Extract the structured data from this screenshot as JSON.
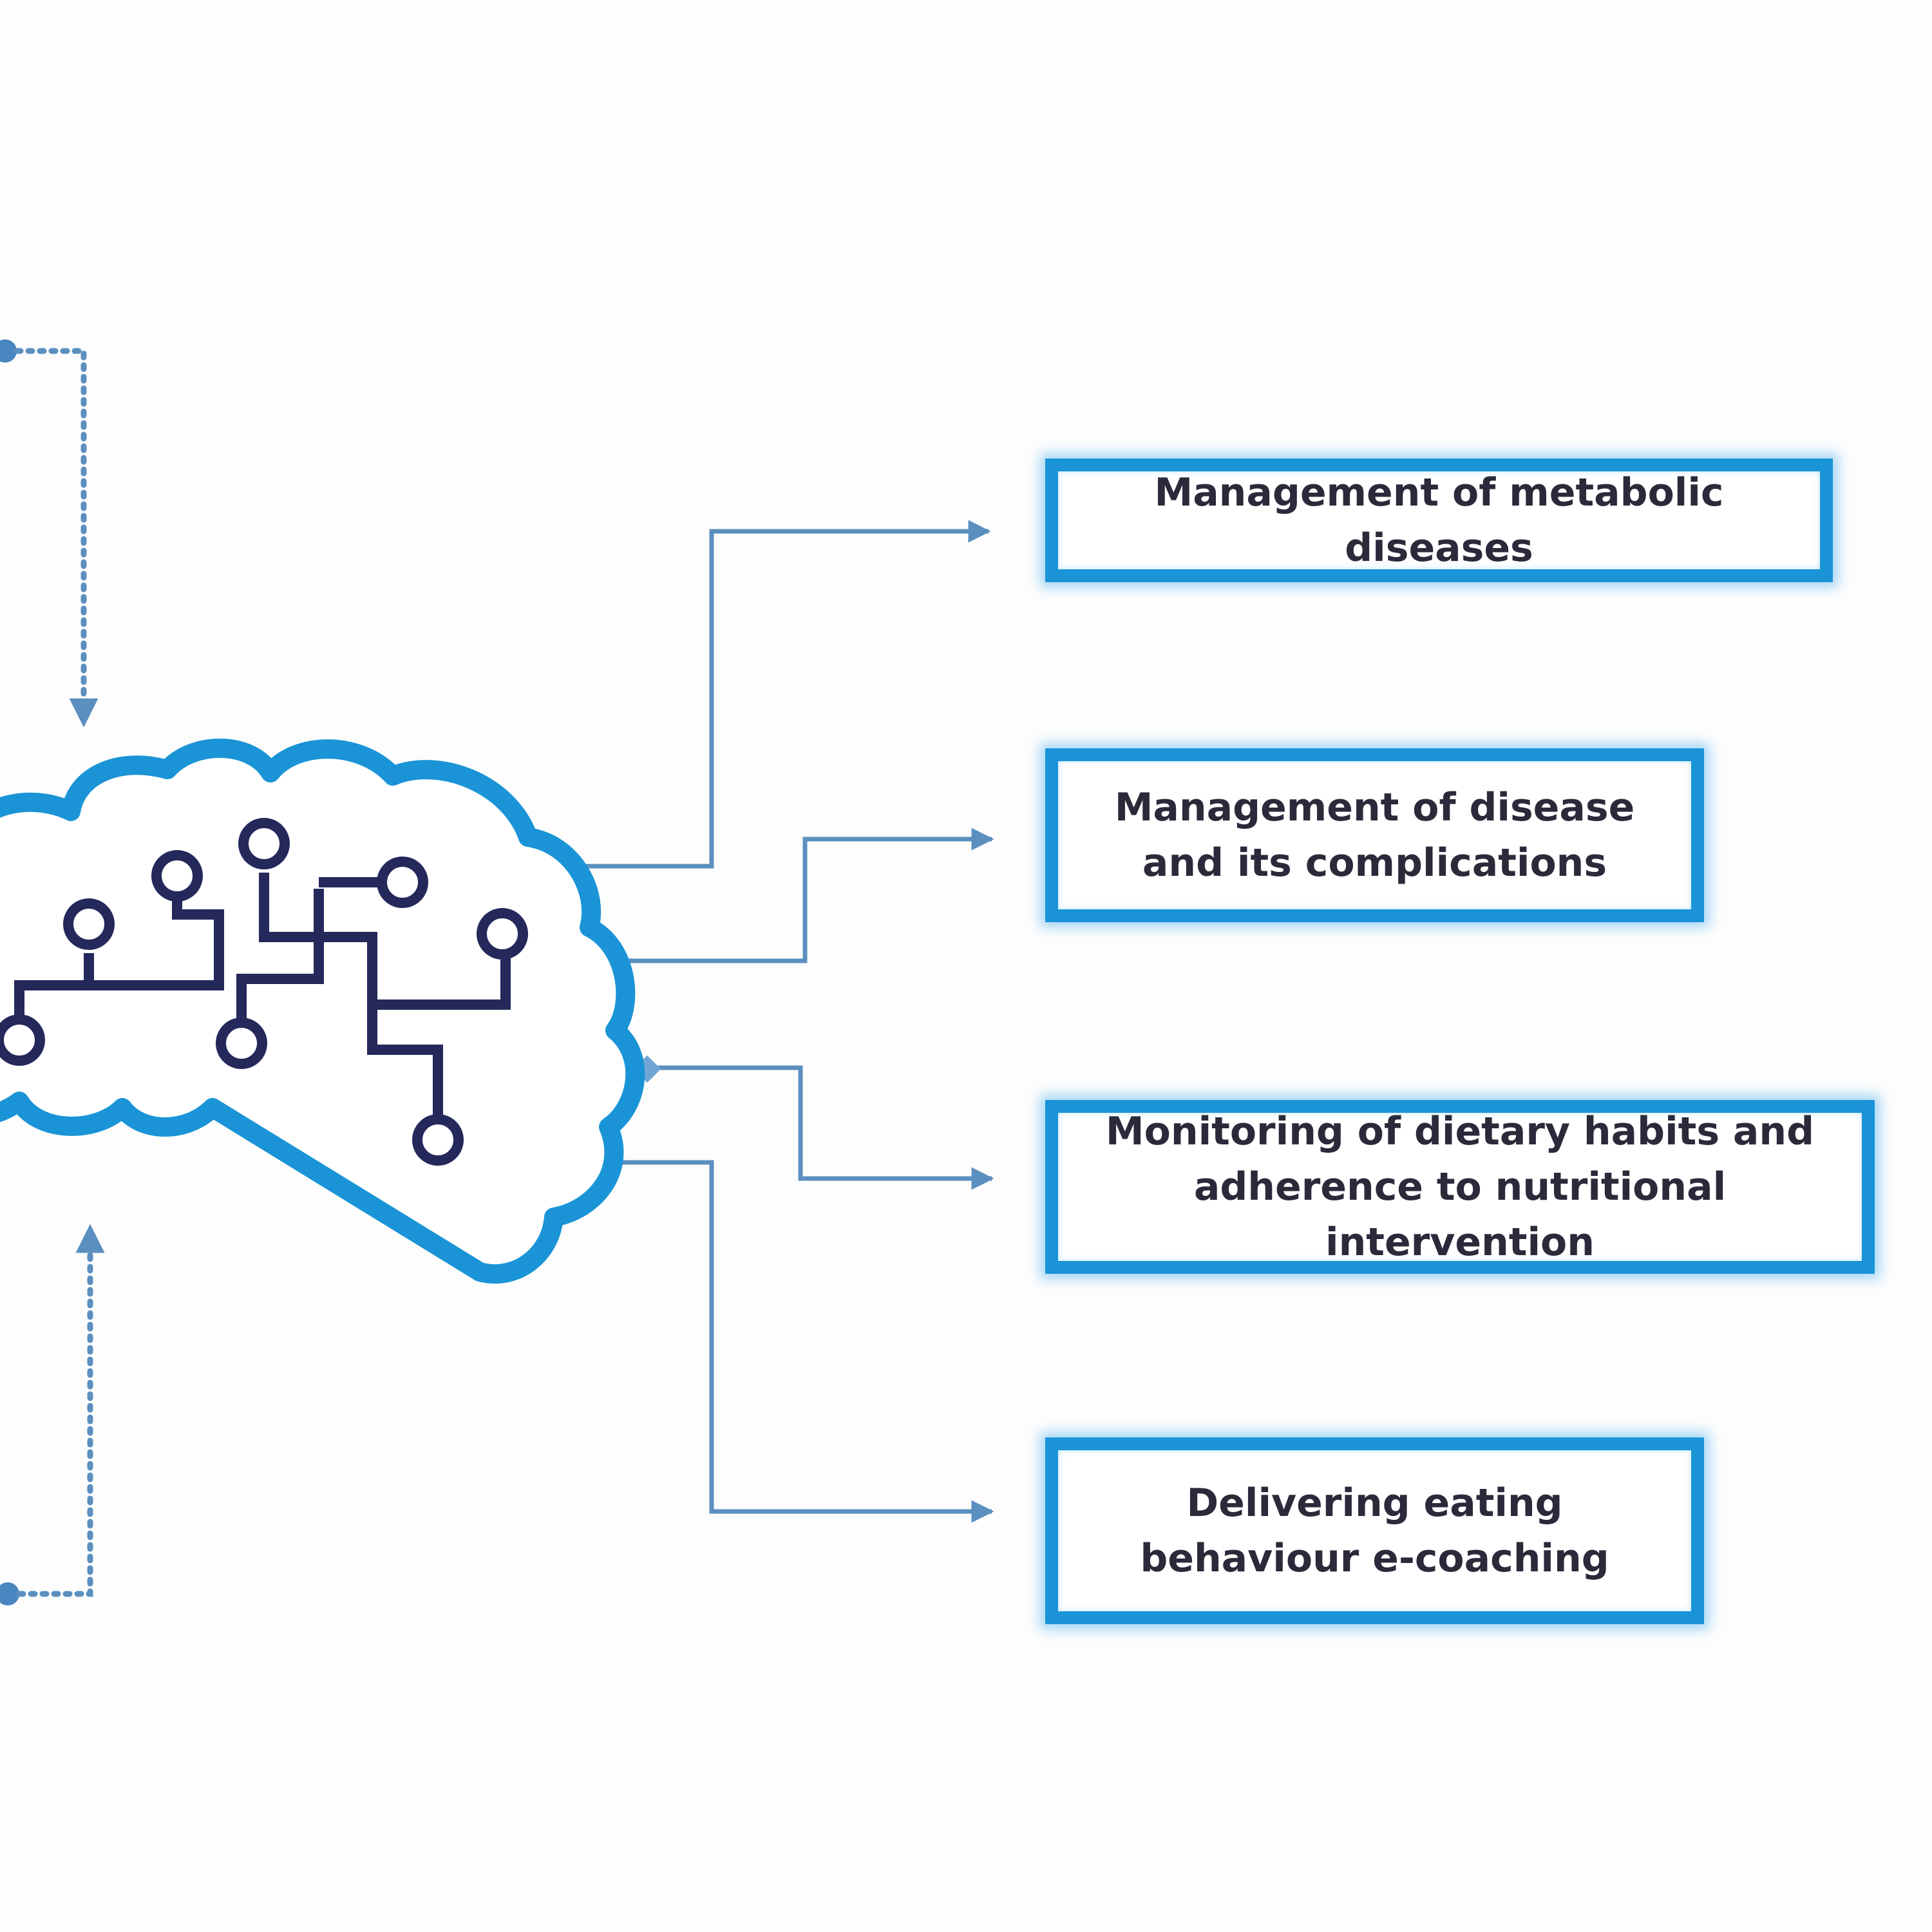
{
  "colors": {
    "cloud_outline": "#1a94d6",
    "circuit": "#24285b",
    "connector": "#5b8fbf",
    "box_border": "#1a94d6",
    "box_glow": "#5ab4f0",
    "text": "#2a2a3a",
    "background": "#fdfdfd"
  },
  "icons": {
    "center": "cloud-brain-circuit-icon"
  },
  "outputs": [
    {
      "label": "Management of metabolic diseases"
    },
    {
      "label": "Management of disease and its complications"
    },
    {
      "label": "Monitoring of dietary habits and adherence to nutritional intervention"
    },
    {
      "label": "Delivering eating behaviour e-coaching"
    }
  ]
}
